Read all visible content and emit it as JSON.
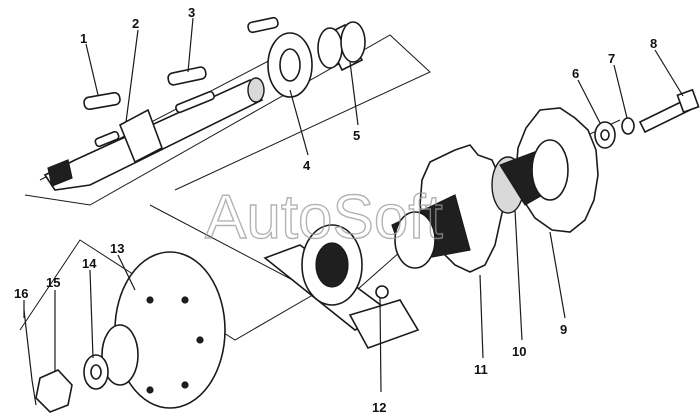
{
  "callouts": [
    {
      "label": "1"
    },
    {
      "label": "2"
    },
    {
      "label": "3"
    },
    {
      "label": "4"
    },
    {
      "label": "5"
    },
    {
      "label": "6"
    },
    {
      "label": "7"
    },
    {
      "label": "8"
    },
    {
      "label": "9"
    },
    {
      "label": "10"
    },
    {
      "label": "11"
    },
    {
      "label": "12"
    },
    {
      "label": "13"
    },
    {
      "label": "14"
    },
    {
      "label": "15"
    },
    {
      "label": "16"
    }
  ],
  "watermark": "AutoSoft"
}
